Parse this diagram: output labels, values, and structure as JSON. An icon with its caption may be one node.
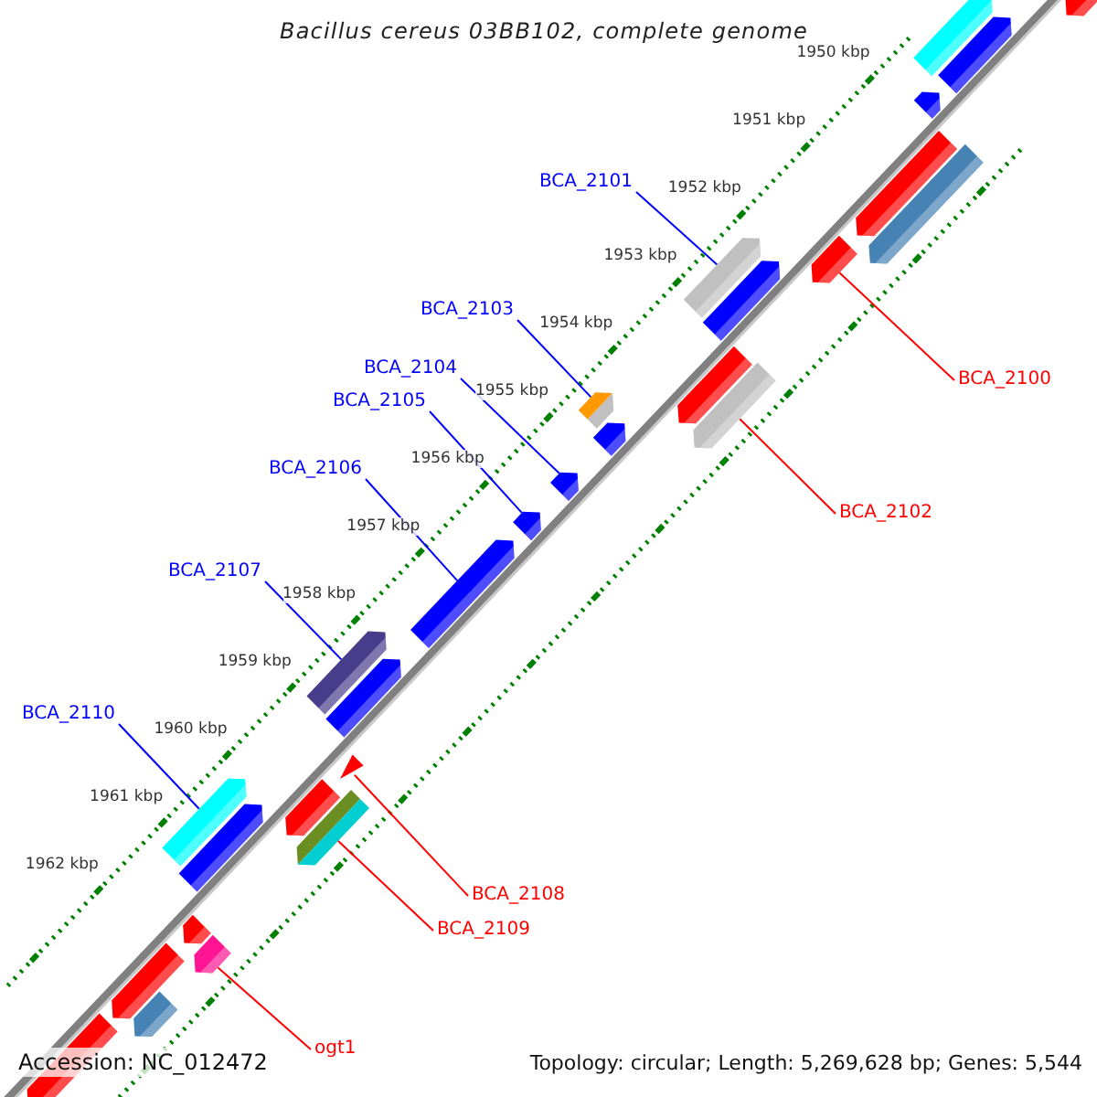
{
  "diagram": {
    "title": "Bacillus cereus 03BB102, complete genome",
    "nodes": [
      {
        "text": [],
        "shape": "bar"
      },
      {
        "text": [],
        "shape": "bar"
      },
      {
        "text": [],
        "shape": "bar"
      },
      {
        "text": [],
        "shape": "bar"
      },
      {
        "text": [],
        "shape": "bar"
      },
      {
        "text": [],
        "shape": "bar"
      },
      {
        "text": [],
        "shape": "bar"
      },
      {
        "text": [],
        "shape": "bar"
      },
      {
        "text": [],
        "shape": "bar"
      },
      {
        "text": [],
        "shape": "bar"
      },
      {
        "text": [],
        "shape": "bar"
      },
      {
        "text": [],
        "shape": "bar"
      },
      {
        "text": [],
        "shape": "bar"
      },
      {
        "text": [],
        "shape": "bar"
      },
      {
        "text": [],
        "shape": "bar"
      },
      {
        "text": [],
        "shape": "bar"
      },
      {
        "text": [],
        "shape": "bar"
      },
      {
        "text": [],
        "shape": "bar"
      },
      {
        "text": [],
        "shape": "bar"
      },
      {
        "text": [],
        "shape": "bar"
      },
      {
        "text": [],
        "shape": "bar"
      },
      {
        "text": [],
        "shape": "bar"
      },
      {
        "text": [],
        "shape": "bar"
      },
      {
        "text": [],
        "shape": "bar"
      },
      {
        "text": [],
        "shape": "bar"
      },
      {
        "text": [],
        "shape": "bar"
      },
      {
        "text": [],
        "shape": "bar"
      },
      {
        "text": [],
        "shape": "bar"
      },
      {
        "text": [
          "BCA_2101"
        ]
      },
      {
        "text": [
          "BCA_2103"
        ]
      },
      {
        "text": [
          "BCA_2104"
        ]
      },
      {
        "text": [
          "BCA_2100"
        ]
      },
      {
        "text": [
          "BCA_2105"
        ]
      },
      {
        "text": [
          "BCA_2106"
        ]
      },
      {
        "text": [
          "BCA_2102"
        ]
      },
      {
        "text": [
          "BCA_2107"
        ]
      },
      {
        "text": [
          "BCA_2110"
        ]
      },
      {
        "text": [
          "BCA_2108"
        ]
      },
      {
        "text": [
          "BCA_2109"
        ]
      },
      {
        "text": [
          "ogt1"
        ]
      }
    ],
    "edges": [
      {
        "from": 28,
        "to": 7,
        "arrow": "none"
      },
      {
        "from": 29,
        "to": 11,
        "arrow": "none"
      },
      {
        "from": 30,
        "to": 13,
        "arrow": "none"
      },
      {
        "from": 31,
        "to": 6,
        "arrow": "none",
        "color": "#ff0000"
      },
      {
        "from": 32,
        "to": 14,
        "arrow": "none"
      },
      {
        "from": 33,
        "to": 15,
        "arrow": "none"
      },
      {
        "from": 34,
        "to": 9,
        "arrow": "none",
        "color": "#ff0000"
      },
      {
        "from": 35,
        "to": 16,
        "arrow": "none"
      },
      {
        "from": 36,
        "to": 21,
        "arrow": "none"
      },
      {
        "from": 37,
        "to": 18,
        "arrow": "none",
        "color": "#ff0000"
      },
      {
        "from": 38,
        "to": 19,
        "arrow": "none",
        "color": "#ff0000"
      },
      {
        "from": 39,
        "to": 24,
        "arrow": "none",
        "color": "#ff0000"
      }
    ],
    "labels": [
      "1950 kbp",
      "1951 kbp",
      "1952 kbp",
      "1953 kbp",
      "1954 kbp",
      "1955 kbp",
      "1956 kbp",
      "1957 kbp",
      "1958 kbp",
      "1959 kbp",
      "1960 kbp",
      "1961 kbp",
      "1962 kbp",
      "Accession: NC_012472",
      "Topology: circular; Length: 5,269,628 bp; Genes: 5,544"
    ]
  }
}
